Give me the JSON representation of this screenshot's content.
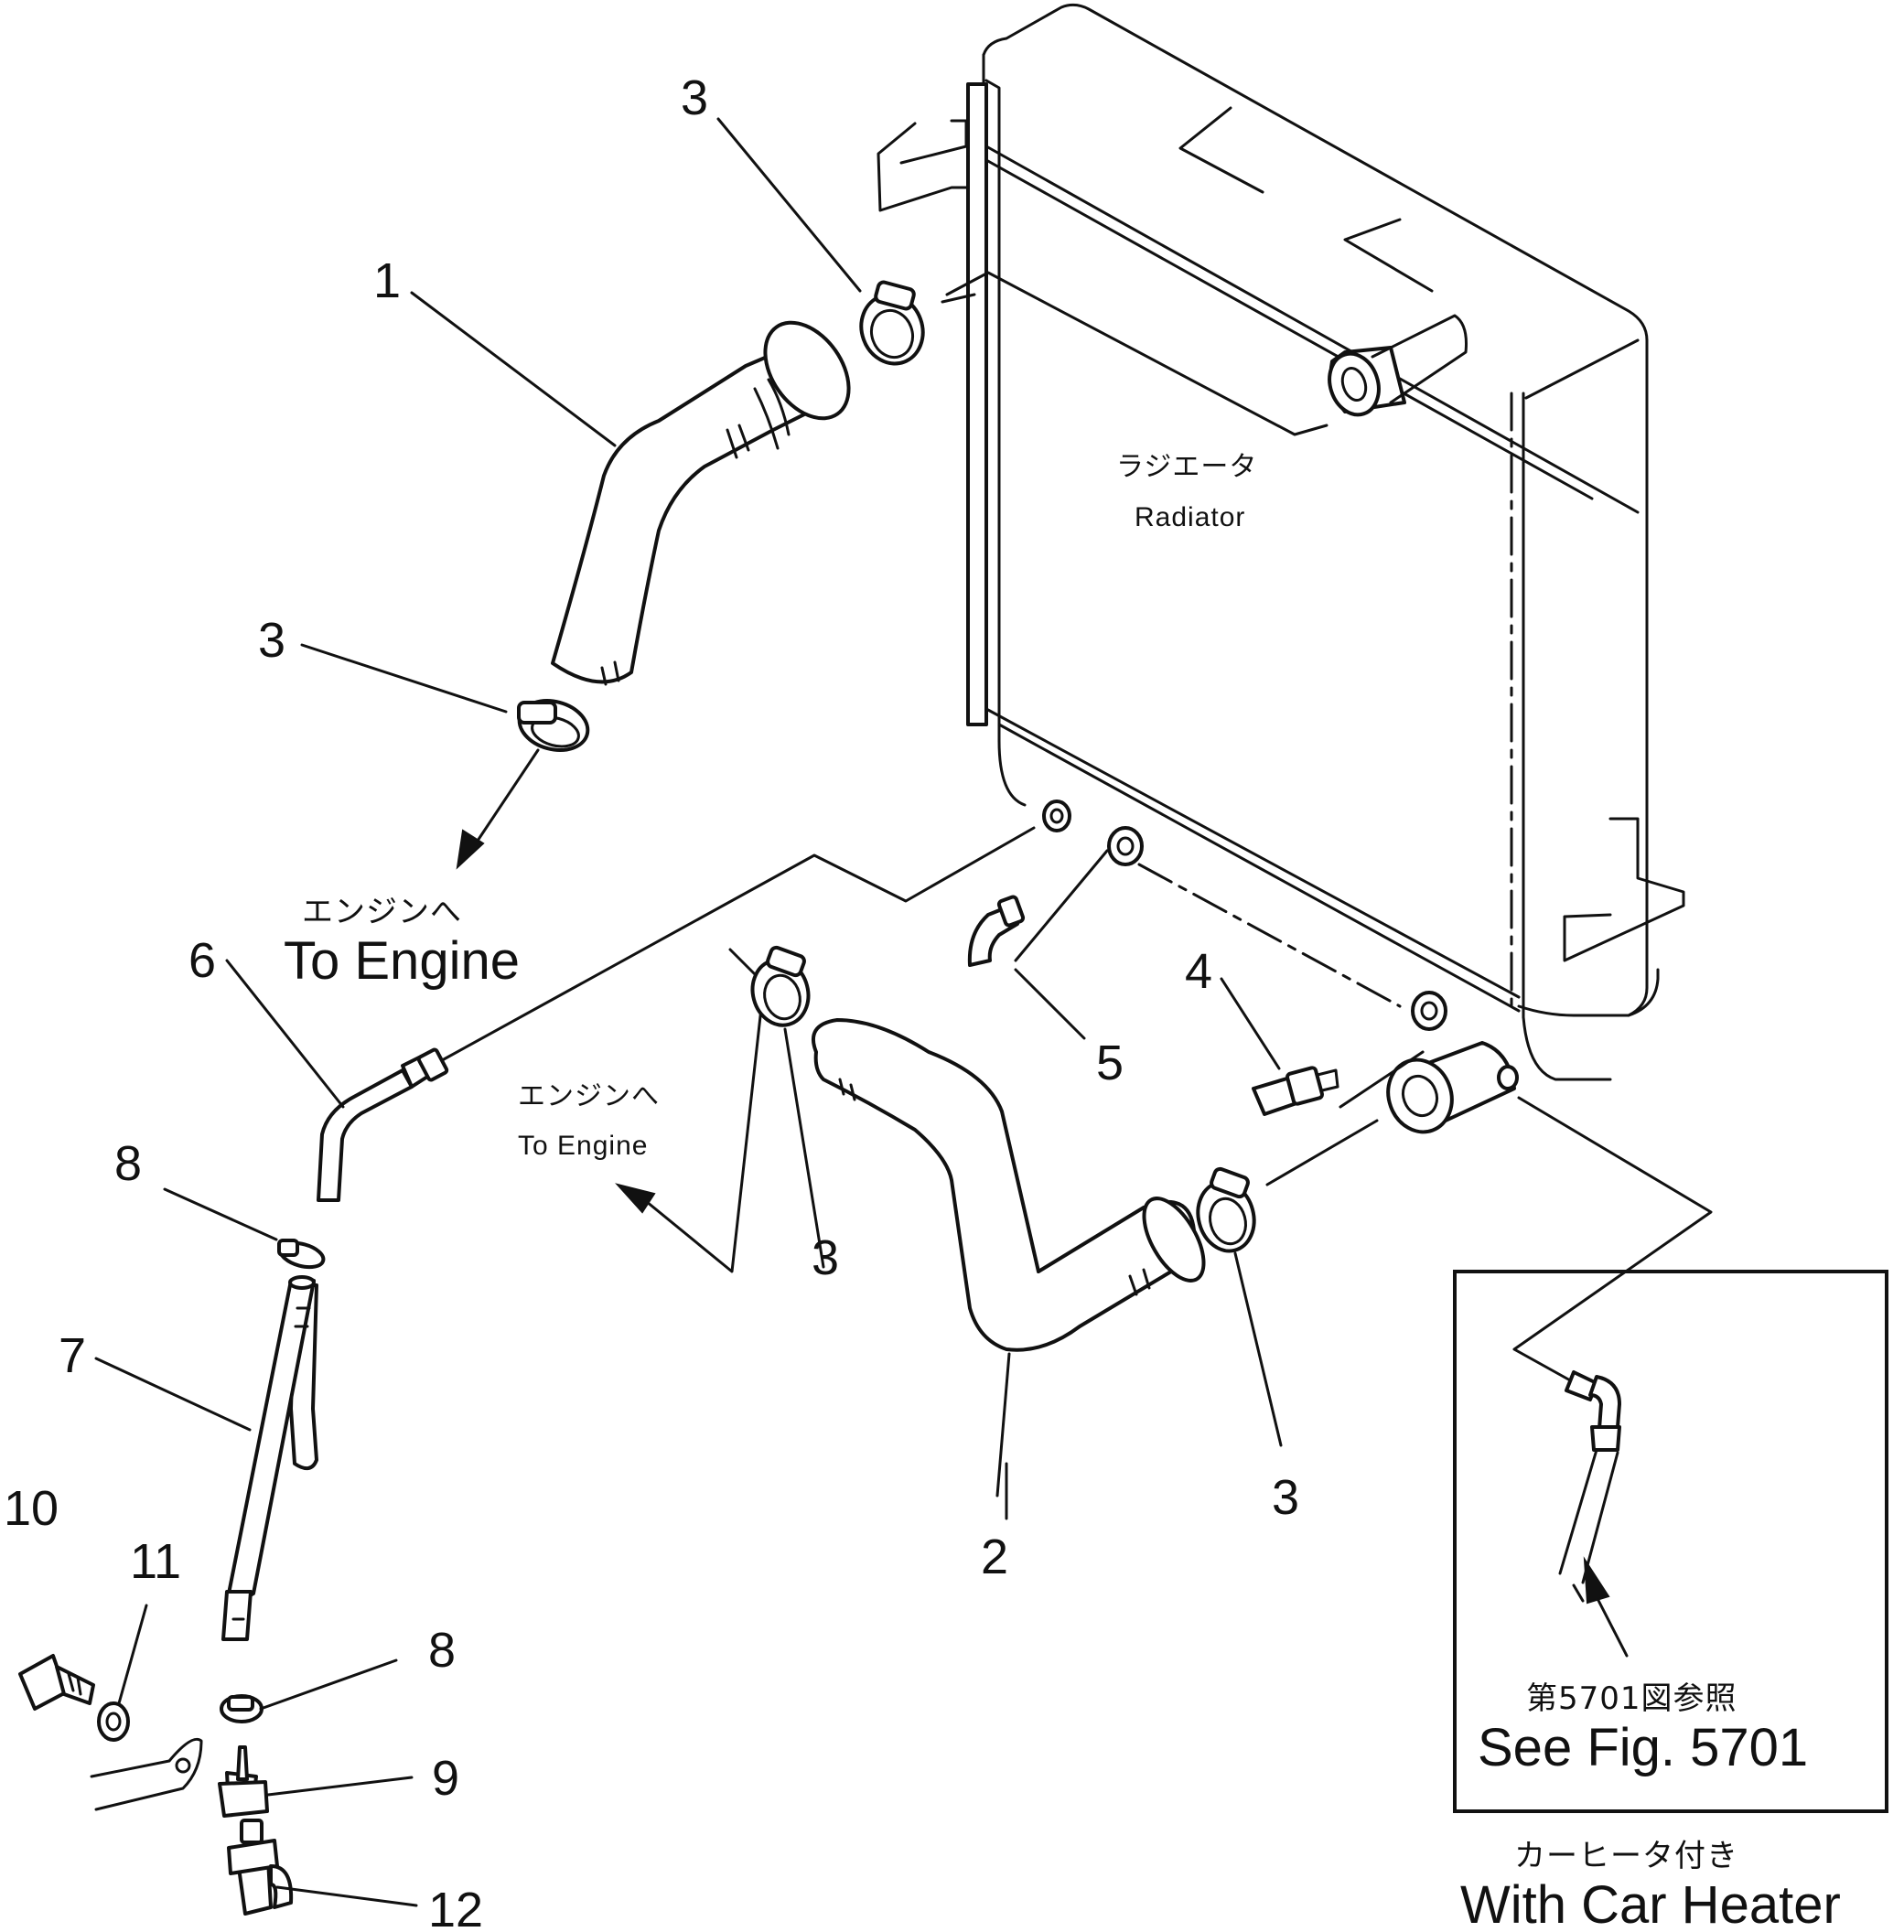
{
  "radiator": {
    "label_jp": "ラジエータ",
    "label_en": "Radiator"
  },
  "to_engine_upper": {
    "label_jp": "エンジンへ",
    "label_en": "To Engine"
  },
  "to_engine_lower": {
    "label_jp": "エンジンへ",
    "label_en": "To Engine"
  },
  "inset": {
    "ref_jp": "第5701図参照",
    "ref_en": "See Fig. 5701",
    "caption_jp": "カーヒータ付き",
    "caption_en": "With Car Heater"
  },
  "callouts": [
    {
      "id": "1",
      "text": "1"
    },
    {
      "id": "2",
      "text": "2"
    },
    {
      "id": "3a",
      "text": "3"
    },
    {
      "id": "3b",
      "text": "3"
    },
    {
      "id": "3c",
      "text": "3"
    },
    {
      "id": "3d",
      "text": "3"
    },
    {
      "id": "4",
      "text": "4"
    },
    {
      "id": "5",
      "text": "5"
    },
    {
      "id": "6",
      "text": "6"
    },
    {
      "id": "7",
      "text": "7"
    },
    {
      "id": "8a",
      "text": "8"
    },
    {
      "id": "8b",
      "text": "8"
    },
    {
      "id": "9",
      "text": "9"
    },
    {
      "id": "10",
      "text": "10"
    },
    {
      "id": "11",
      "text": "11"
    },
    {
      "id": "12",
      "text": "12"
    }
  ]
}
